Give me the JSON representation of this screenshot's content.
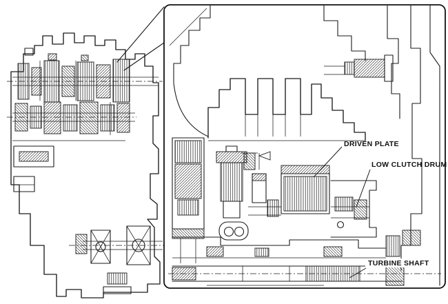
{
  "diagram": {
    "labels": {
      "driven_plate": "DRIVEN PLATE",
      "low_clutch_drum": "LOW CLUTCH DRUM",
      "turbine_shaft": "TURBINE SHAFT"
    },
    "colors": {
      "line": "#1a1a1a",
      "background": "#ffffff"
    }
  }
}
